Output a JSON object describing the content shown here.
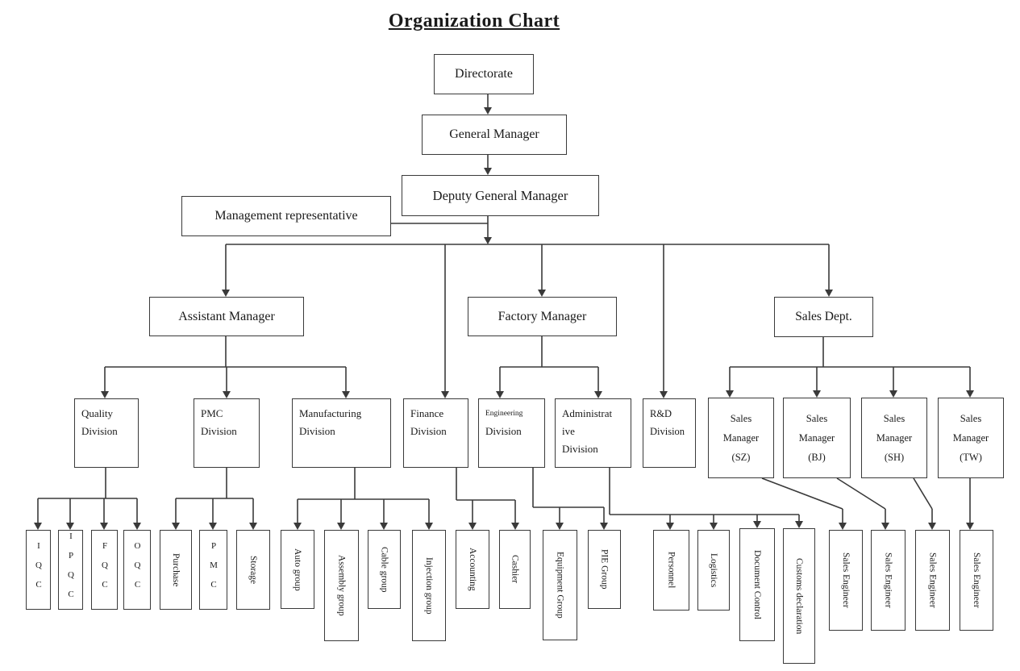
{
  "title": "Organization Chart",
  "colors": {
    "background": "#ffffff",
    "line": "#3a3a3a",
    "box_border": "#3a3a3a",
    "box_fill": "#ffffff",
    "text": "#1a1a1a"
  },
  "nodes": [
    {
      "id": "directorate",
      "label": "Directorate",
      "parent": null,
      "orientation": "horizontal"
    },
    {
      "id": "general-manager",
      "label": "General Manager",
      "parent": "directorate",
      "orientation": "horizontal"
    },
    {
      "id": "deputy-general-manager",
      "label": "Deputy General Manager",
      "parent": "general-manager",
      "orientation": "horizontal"
    },
    {
      "id": "management-representative",
      "label": "Management representative",
      "parent": "deputy-general-manager",
      "relation": "staff",
      "orientation": "horizontal"
    },
    {
      "id": "assistant-manager",
      "label": "Assistant Manager",
      "parent": "deputy-general-manager",
      "orientation": "horizontal"
    },
    {
      "id": "factory-manager",
      "label": "Factory Manager",
      "parent": "deputy-general-manager",
      "orientation": "horizontal"
    },
    {
      "id": "sales-dept",
      "label": "Sales Dept.",
      "parent": "deputy-general-manager",
      "orientation": "horizontal"
    },
    {
      "id": "quality-division",
      "label": "Quality Division",
      "lines": [
        "Quality",
        "Division"
      ],
      "parent": "assistant-manager",
      "orientation": "horizontal"
    },
    {
      "id": "pmc-division",
      "label": "PMC Division",
      "lines": [
        "PMC",
        "Division"
      ],
      "parent": "assistant-manager",
      "orientation": "horizontal"
    },
    {
      "id": "manufacturing-division",
      "label": "Manufacturing Division",
      "lines": [
        "Manufacturing",
        "Division"
      ],
      "parent": "assistant-manager",
      "orientation": "horizontal"
    },
    {
      "id": "finance-division",
      "label": "Finance Division",
      "lines": [
        "Finance",
        "Division"
      ],
      "parent": "deputy-general-manager",
      "orientation": "horizontal"
    },
    {
      "id": "engineering-division",
      "label": "Engineering Division",
      "lines": [
        "Engineering",
        "Division"
      ],
      "parent": "factory-manager",
      "orientation": "horizontal"
    },
    {
      "id": "administrative-division",
      "label": "Administrative Division",
      "lines": [
        "Administrat",
        "ive",
        "Division"
      ],
      "parent": "factory-manager",
      "orientation": "horizontal"
    },
    {
      "id": "rd-division",
      "label": "R&D Division",
      "lines": [
        "R&D",
        "Division"
      ],
      "parent": "deputy-general-manager",
      "orientation": "horizontal"
    },
    {
      "id": "sales-manager-sz",
      "label": "Sales Manager (SZ)",
      "lines": [
        "Sales",
        "Manager",
        "(SZ)"
      ],
      "parent": "sales-dept",
      "orientation": "horizontal"
    },
    {
      "id": "sales-manager-bj",
      "label": "Sales Manager (BJ)",
      "lines": [
        "Sales",
        "Manager",
        "(BJ)"
      ],
      "parent": "sales-dept",
      "orientation": "horizontal"
    },
    {
      "id": "sales-manager-sh",
      "label": "Sales Manager (SH)",
      "lines": [
        "Sales",
        "Manager",
        "(SH)"
      ],
      "parent": "sales-dept",
      "orientation": "horizontal"
    },
    {
      "id": "sales-manager-tw",
      "label": "Sales Manager (TW)",
      "lines": [
        "Sales",
        "Manager",
        "(TW)"
      ],
      "parent": "sales-dept",
      "orientation": "horizontal"
    },
    {
      "id": "iqc",
      "label": "IQC",
      "parent": "quality-division",
      "orientation": "stacked"
    },
    {
      "id": "ipqc",
      "label": "IPQC",
      "parent": "quality-division",
      "orientation": "stacked"
    },
    {
      "id": "fqc",
      "label": "FQC",
      "parent": "quality-division",
      "orientation": "stacked"
    },
    {
      "id": "oqc",
      "label": "OQC",
      "parent": "quality-division",
      "orientation": "stacked"
    },
    {
      "id": "purchase",
      "label": "Purchase",
      "parent": "pmc-division",
      "orientation": "rotated"
    },
    {
      "id": "pmc-group",
      "label": "PMC",
      "parent": "pmc-division",
      "orientation": "stacked"
    },
    {
      "id": "storage",
      "label": "Storage",
      "parent": "pmc-division",
      "orientation": "rotated"
    },
    {
      "id": "auto-group",
      "label": "Auto group",
      "parent": "manufacturing-division",
      "orientation": "rotated"
    },
    {
      "id": "assembly-group",
      "label": "Assembly group",
      "parent": "manufacturing-division",
      "orientation": "rotated"
    },
    {
      "id": "cable-group",
      "label": "Cable group",
      "parent": "manufacturing-division",
      "orientation": "rotated"
    },
    {
      "id": "injection-group",
      "label": "Injection group",
      "parent": "manufacturing-division",
      "orientation": "rotated"
    },
    {
      "id": "accounting",
      "label": "Accounting",
      "parent": "finance-division",
      "orientation": "rotated"
    },
    {
      "id": "cashier",
      "label": "Cashier",
      "parent": "finance-division",
      "orientation": "rotated"
    },
    {
      "id": "equipment-group",
      "label": "Equipment Group",
      "parent": "engineering-division",
      "orientation": "rotated"
    },
    {
      "id": "pie-group",
      "label": "PIE Group",
      "parent": "engineering-division",
      "orientation": "rotated"
    },
    {
      "id": "personnel",
      "label": "Personnel",
      "parent": "administrative-division",
      "orientation": "rotated"
    },
    {
      "id": "logistics",
      "label": "Logistics",
      "parent": "administrative-division",
      "orientation": "rotated"
    },
    {
      "id": "document-control",
      "label": "Document Control",
      "parent": "administrative-division",
      "orientation": "rotated"
    },
    {
      "id": "customs-declaration",
      "label": "Customs declaration",
      "parent": "administrative-division",
      "orientation": "rotated"
    },
    {
      "id": "sales-engineer-sz",
      "label": "Sales Engineer",
      "parent": "sales-manager-sz",
      "orientation": "rotated"
    },
    {
      "id": "sales-engineer-bj",
      "label": "Sales Engineer",
      "parent": "sales-manager-bj",
      "orientation": "rotated"
    },
    {
      "id": "sales-engineer-sh",
      "label": "Sales Engineer",
      "parent": "sales-manager-sh",
      "orientation": "rotated"
    },
    {
      "id": "sales-engineer-tw",
      "label": "Sales Engineer",
      "parent": "sales-manager-tw",
      "orientation": "rotated"
    }
  ]
}
